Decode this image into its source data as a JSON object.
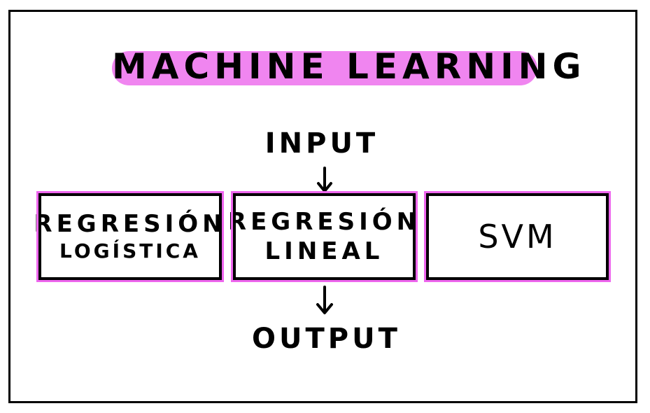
{
  "title": "MACHINE LEARNING",
  "input_label": "INPUT",
  "output_label": "OUTPUT",
  "boxes": [
    {
      "line1": "REGRESIÓN",
      "line2": "LOGÍSTICA"
    },
    {
      "line1": "REGRESIÓN",
      "line2": "LINEAL"
    },
    {
      "line1": "SVM"
    }
  ],
  "colors": {
    "highlight": "#f085f0",
    "box_outline": "#ee66ee",
    "ink": "#000000"
  },
  "icons": [
    "arrow-down-icon",
    "arrow-down-icon"
  ]
}
